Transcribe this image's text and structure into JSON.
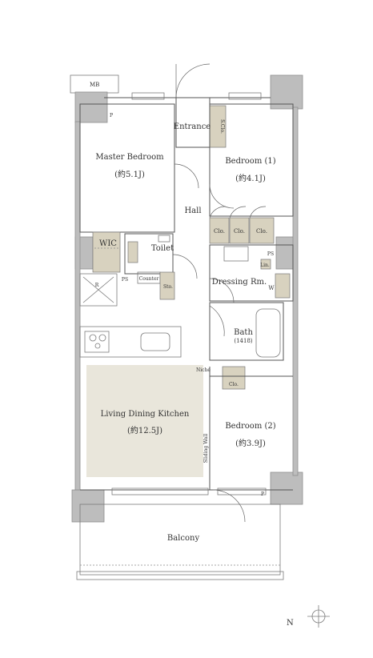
{
  "rooms": {
    "entrance": "Entrance",
    "shoe_closet": "S.Clo.",
    "master_bedroom": "Master Bedroom",
    "master_bedroom_size": "(約5.1J)",
    "bedroom1": "Bedroom (1)",
    "bedroom1_size": "(約4.1J)",
    "hall": "Hall",
    "wic": "WIC",
    "toilet": "Toilet",
    "closet": "Clo.",
    "ps": "PS",
    "counter": "Counter",
    "storage": "Sto.",
    "dressing_room": "Dressing Rm.",
    "washer": "W",
    "linen": "Lin.",
    "bath": "Bath",
    "bath_size": "(1418)",
    "niche": "Niche",
    "ldk": "Living Dining Kitchen",
    "ldk_size": "(約12.5J)",
    "bedroom2": "Bedroom (2)",
    "bedroom2_size": "(約3.9J)",
    "sliding_wall": "Sliding Wall",
    "balcony": "Balcony",
    "mb": "MB",
    "p": "P",
    "r": "R",
    "north": "N"
  },
  "colors": {
    "ldk_floor": "#e9e6db",
    "closet_fill": "#d8d2bf",
    "wall": "#bdbdbd"
  }
}
